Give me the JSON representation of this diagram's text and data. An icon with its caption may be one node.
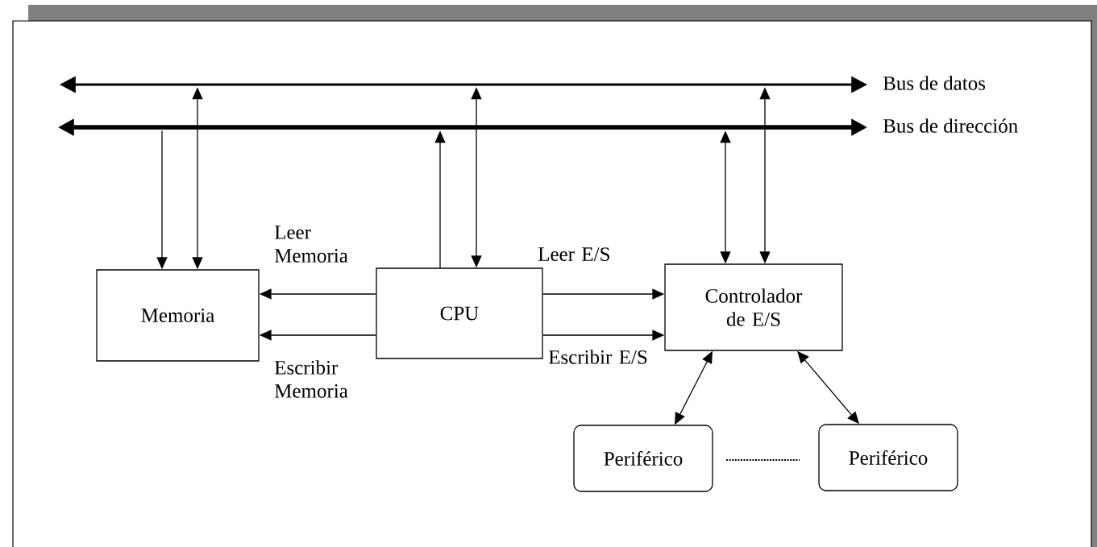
{
  "diagram": {
    "nodes": [
      {
        "text": [],
        "shape": "bar",
        "beside": [
          "Bus de datos"
        ]
      },
      {
        "text": [],
        "shape": "bar",
        "beside": [
          "Bus de dirección"
        ]
      },
      {
        "text": [
          "Memoria"
        ]
      },
      {
        "text": [
          "CPU"
        ]
      },
      {
        "text": [
          "Controlador de E/S"
        ]
      },
      {
        "text": [
          "Periférico"
        ]
      },
      {
        "text": [
          "Periférico"
        ]
      }
    ],
    "edges": [
      {
        "from": 1,
        "to": 2,
        "arrow": "to"
      },
      {
        "from": 0,
        "to": 2,
        "arrow": "both"
      },
      {
        "from": 3,
        "to": 1,
        "arrow": "to"
      },
      {
        "from": 0,
        "to": 3,
        "arrow": "both"
      },
      {
        "from": 1,
        "to": 4,
        "arrow": "both"
      },
      {
        "from": 0,
        "to": 4,
        "arrow": "both"
      },
      {
        "from": 3,
        "to": 2,
        "arrow": "to",
        "label": "Leer Memoria"
      },
      {
        "from": 3,
        "to": 2,
        "arrow": "to",
        "label": "Escribir Memoria"
      },
      {
        "from": 3,
        "to": 4,
        "arrow": "to",
        "label": "Leer E/S"
      },
      {
        "from": 3,
        "to": 4,
        "arrow": "to",
        "label": "Escribir E/S"
      },
      {
        "from": 4,
        "to": 5,
        "arrow": "both"
      },
      {
        "from": 4,
        "to": 6,
        "arrow": "both"
      }
    ]
  }
}
